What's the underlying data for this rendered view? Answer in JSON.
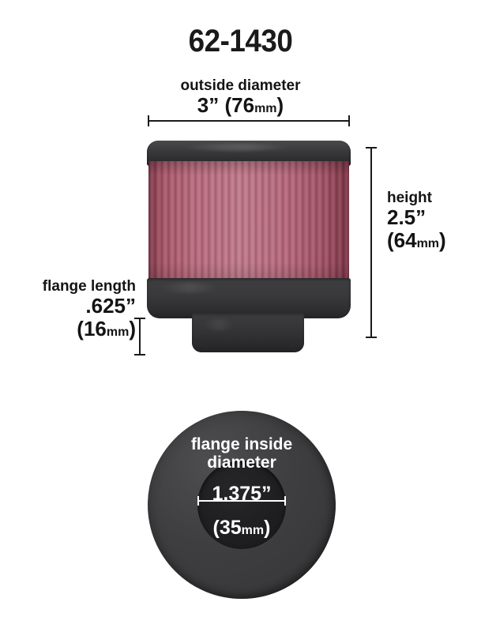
{
  "product": {
    "part_number": "62-1430"
  },
  "dimensions": {
    "outside_diameter": {
      "name": "outside diameter",
      "inches": "3”",
      "mm_value": "(76",
      "mm_unit": "mm",
      "mm_close": ")"
    },
    "height": {
      "name": "height",
      "inches": "2.5”",
      "mm_value": "(64",
      "mm_unit": "mm",
      "mm_close": ")"
    },
    "flange_length": {
      "name": "flange length",
      "inches": ".625”",
      "mm_value": "(16",
      "mm_unit": "mm",
      "mm_close": ")"
    },
    "flange_inside_diameter": {
      "name_line1": "flange inside",
      "name_line2": "diameter",
      "inches": "1.375”",
      "mm_value": "(35",
      "mm_unit": "mm",
      "mm_close": ")"
    }
  },
  "colors": {
    "filter_media": "#b5657a",
    "end_cap": "#3a3a3c",
    "text": "#141414",
    "disc_text": "#ffffff",
    "background": "#ffffff"
  }
}
